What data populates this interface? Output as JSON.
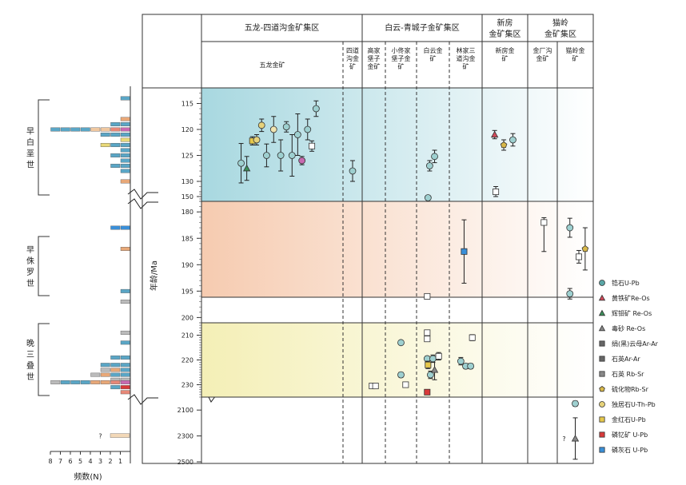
{
  "chart_data": {
    "type": "scatter",
    "ylabel": "年龄/Ma",
    "xlabel": "频数(N)",
    "histogram_ticks": [
      "8",
      "7",
      "6",
      "5",
      "4",
      "3",
      "2",
      "1"
    ],
    "periods": [
      {
        "id": "early-cretaceous",
        "label": "早白垩世"
      },
      {
        "id": "early-jurassic",
        "label": "早侏罗世"
      },
      {
        "id": "late-triassic",
        "label": "晚三叠世"
      }
    ],
    "age_ticks": [
      {
        "seg": 0,
        "vals": [
          "115",
          "120",
          "125",
          "130"
        ]
      },
      {
        "seg": 1,
        "vals": [
          "150"
        ]
      },
      {
        "seg": 2,
        "vals": [
          "180",
          "185",
          "190",
          "195",
          "200"
        ]
      },
      {
        "seg": 3,
        "vals": [
          "210",
          "220",
          "230"
        ]
      },
      {
        "seg": 4,
        "vals": [
          "2100",
          "2300",
          "2500"
        ]
      }
    ],
    "districts": [
      {
        "name": "五龙-四道沟金矿集区",
        "deposits": [
          "五龙金矿",
          "四道沟金矿"
        ]
      },
      {
        "name": "白云-青城子金矿集区",
        "deposits": [
          "高家堡子金矿",
          "小佟家堡子金矿",
          "白云金矿",
          "林家三道沟金矿"
        ]
      },
      {
        "name": "新房金矿集区",
        "deposits": [
          "新房金矿"
        ]
      },
      {
        "name": "猫岭金矿集区",
        "deposits": [
          "金厂沟金矿",
          "猫岭金矿"
        ]
      }
    ],
    "legend": [
      {
        "label": "锆石U-Pb",
        "symbol": "circle",
        "color": "#5aa6a6"
      },
      {
        "label": "黄铁矿Re-Os",
        "symbol": "triangle",
        "color": "#d24a5a"
      },
      {
        "label": "辉钼矿 Re-Os",
        "symbol": "triangle",
        "color": "#3c8f5a"
      },
      {
        "label": "毒砂 Re-Os",
        "symbol": "triangle",
        "color": "#888"
      },
      {
        "label": "绢(黑)云母Ar-Ar",
        "symbol": "rect",
        "color": "#666"
      },
      {
        "label": "石英Ar-Ar",
        "symbol": "rect",
        "color": "#666"
      },
      {
        "label": "石英 Rb-Sr",
        "symbol": "rect",
        "color": "#888"
      },
      {
        "label": "硫化物Rb-Sr",
        "symbol": "pentagon",
        "color": "#d8b84a"
      },
      {
        "label": "独居石U-Th-Pb",
        "symbol": "circle",
        "color": "#e6d27a"
      },
      {
        "label": "金红石U-Pb",
        "symbol": "rect",
        "color": "#e6c84a"
      },
      {
        "label": "磷钇矿 U-Pb",
        "symbol": "rect",
        "color": "#d83a3a"
      },
      {
        "label": "磷灰石 U-Pb",
        "symbol": "rect",
        "color": "#3a8fd8"
      }
    ],
    "histogram": [
      {
        "age": 114,
        "n": 1,
        "colors": [
          "#5aa6c6"
        ]
      },
      {
        "age": 118,
        "n": 1,
        "colors": [
          "#e8a878"
        ]
      },
      {
        "age": 119,
        "n": 2,
        "colors": [
          "#5aa6c6",
          "#5aa6c6"
        ]
      },
      {
        "age": 120,
        "n": 8,
        "colors": [
          "#c86ab0",
          "#e88878",
          "#f0c8a0",
          "#f0c8a0",
          "#5aa6c6",
          "#5aa6c6",
          "#5aa6c6",
          "#5aa6c6"
        ]
      },
      {
        "age": 121,
        "n": 3,
        "colors": [
          "#5aa6c6",
          "#5aa6c6",
          "#5aa6c6"
        ]
      },
      {
        "age": 122,
        "n": 1,
        "colors": [
          "#e8d878"
        ]
      },
      {
        "age": 123,
        "n": 3,
        "colors": [
          "#5aa6c6",
          "#5aa6c6",
          "#e8d878"
        ]
      },
      {
        "age": 124,
        "n": 1,
        "colors": [
          "#5aa6c6"
        ]
      },
      {
        "age": 125,
        "n": 2,
        "colors": [
          "#5aa6c6",
          "#5aa6c6"
        ]
      },
      {
        "age": 126,
        "n": 1,
        "colors": [
          "#5aa6c6"
        ]
      },
      {
        "age": 127,
        "n": 2,
        "colors": [
          "#5aa6c6",
          "#5aa6c6"
        ]
      },
      {
        "age": 128,
        "n": 1,
        "colors": [
          "#5aa6c6"
        ]
      },
      {
        "age": 130,
        "n": 1,
        "colors": [
          "#e8a878"
        ]
      },
      {
        "age": 183,
        "n": 2,
        "colors": [
          "#3a8fd8",
          "#3a8fd8"
        ]
      },
      {
        "age": 187,
        "n": 1,
        "colors": [
          "#e8a878"
        ]
      },
      {
        "age": 195,
        "n": 1,
        "colors": [
          "#5aa6c6"
        ]
      },
      {
        "age": 197,
        "n": 1,
        "colors": [
          "#bbb"
        ]
      },
      {
        "age": 209,
        "n": 1,
        "colors": [
          "#bbb"
        ]
      },
      {
        "age": 213,
        "n": 1,
        "colors": [
          "#5aa6c6"
        ]
      },
      {
        "age": 219,
        "n": 2,
        "colors": [
          "#5aa6c6",
          "#5aa6c6"
        ]
      },
      {
        "age": 222,
        "n": 3,
        "colors": [
          "#5aa6c6",
          "#5aa6c6",
          "#5aa6c6"
        ]
      },
      {
        "age": 224,
        "n": 3,
        "colors": [
          "#5aa6c6",
          "#e8a878",
          "#bbb"
        ]
      },
      {
        "age": 226,
        "n": 4,
        "colors": [
          "#5aa6c6",
          "#5aa6c6",
          "#e8a878",
          "#bbb"
        ]
      },
      {
        "age": 228,
        "n": 2,
        "colors": [
          "#bbb",
          "#bbb"
        ]
      },
      {
        "age": 229,
        "n": 8,
        "colors": [
          "#c86ab0",
          "#e88878",
          "#e8a878",
          "#e8a878",
          "#5aa6c6",
          "#5aa6c6",
          "#5aa6c6",
          "#bbb"
        ]
      },
      {
        "age": 231,
        "n": 2,
        "colors": [
          "#d83a3a",
          "#5aa6c6"
        ]
      },
      {
        "age": 233,
        "n": 1,
        "colors": [
          "#e88878"
        ]
      }
    ],
    "points": [
      {
        "col": 0,
        "age": 126.5,
        "err": 3.8,
        "sym": "circle",
        "color": "#9ed0d0",
        "off": -0.44
      },
      {
        "col": 0,
        "age": 127.5,
        "err": 2.3,
        "sym": "triangle",
        "color": "#3c8f5a",
        "off": -0.36
      },
      {
        "col": 0,
        "age": 122.2,
        "err": 0.8,
        "sym": "rect",
        "color": "#e6c84a",
        "off": -0.28
      },
      {
        "col": 0,
        "age": 122.0,
        "err": 1.0,
        "sym": "circle",
        "color": "#e6d27a",
        "off": -0.22
      },
      {
        "col": 0,
        "age": 119.2,
        "err": 1.2,
        "sym": "circle",
        "color": "#e6d27a",
        "off": -0.15
      },
      {
        "col": 0,
        "age": 125.0,
        "err": 2.2,
        "sym": "circle",
        "color": "#9ed0d0",
        "off": -0.08
      },
      {
        "col": 0,
        "age": 120.0,
        "err": 2.5,
        "sym": "circle",
        "color": "#f0e4b0",
        "off": 0.02
      },
      {
        "col": 0,
        "age": 125.0,
        "err": 3.0,
        "sym": "circle",
        "color": "#9ed0d0",
        "off": 0.12
      },
      {
        "col": 0,
        "age": 119.5,
        "err": 1.0,
        "sym": "circle",
        "color": "#9ed0d0",
        "off": 0.2
      },
      {
        "col": 0,
        "age": 125.0,
        "err": 4.0,
        "sym": "circle",
        "color": "#9ed0d0",
        "off": 0.28
      },
      {
        "col": 0,
        "age": 121.0,
        "err": 4.0,
        "sym": "circle",
        "color": "#9ed0d0",
        "off": 0.36
      },
      {
        "col": 0,
        "age": 126.0,
        "err": 0.8,
        "sym": "circle",
        "color": "#c86ab0",
        "off": 0.42
      },
      {
        "col": 0,
        "age": 120.0,
        "err": 2.0,
        "sym": "circle",
        "color": "#9ed0d0",
        "off": 0.5
      },
      {
        "col": 0,
        "age": 123.2,
        "err": 1.0,
        "sym": "rect",
        "color": "#ffffff",
        "off": 0.56
      },
      {
        "col": 0,
        "age": 116.0,
        "err": 1.5,
        "sym": "circle",
        "color": "#9ed0d0",
        "off": 0.62
      },
      {
        "col": 1,
        "age": 128.0,
        "err": 2.0,
        "sym": "circle",
        "color": "#9ed0d0",
        "off": 0.0
      },
      {
        "col": 4,
        "age": 127.0,
        "err": 1.0,
        "sym": "circle",
        "color": "#9ed0d0",
        "off": -0.2
      },
      {
        "col": 4,
        "age": 125.2,
        "err": 1.2,
        "sym": "circle",
        "color": "#9ed0d0",
        "off": 0.1
      },
      {
        "col": 6,
        "age": 121.0,
        "err": 0.8,
        "sym": "triangle",
        "color": "#d24a5a",
        "off": -0.45
      },
      {
        "col": 6,
        "age": 123.0,
        "err": 1.0,
        "sym": "pentagon",
        "color": "#d8b84a",
        "off": -0.05
      },
      {
        "col": 6,
        "age": 122.0,
        "err": 1.2,
        "sym": "circle",
        "color": "#9ed0d0",
        "off": 0.35
      },
      {
        "col": 6,
        "age": 132.0,
        "err": 1.0,
        "sym": "rect",
        "color": "#ffffff",
        "off": -0.4
      },
      {
        "col": 4,
        "age": 150.5,
        "err": 0.5,
        "sym": "circle",
        "color": "#9ed0d0",
        "off": -0.3
      },
      {
        "col": 8,
        "age": 183.0,
        "err": 1.8,
        "sym": "circle",
        "color": "#9ed0d0",
        "off": -0.3
      },
      {
        "col": 8,
        "age": 188.5,
        "err": 1.2,
        "sym": "rect",
        "color": "#ffffff",
        "off": 0.2
      },
      {
        "col": 8,
        "age": 187.0,
        "err": 4.0,
        "sym": "pentagon",
        "color": "#d8b84a",
        "off": 0.55
      },
      {
        "col": 8,
        "age": 195.5,
        "err": 1.0,
        "sym": "circle",
        "color": "#9ed0d0",
        "off": -0.3
      },
      {
        "col": 5,
        "age": 187.5,
        "err": 6.0,
        "sym": "rect",
        "color": "#3a8fd8",
        "off": -0.1
      },
      {
        "col": 7,
        "age": 182.0,
        "err": 5.5,
        "sym": "rect",
        "color": "#ffffff",
        "off": 0.1
      },
      {
        "col": 4,
        "age": 196.0,
        "err": 0.5,
        "sym": "rect",
        "color": "#ffffff",
        "off": -0.35
      },
      {
        "col": 3,
        "age": 213.0,
        "err": 0.8,
        "sym": "circle",
        "color": "#9ed0d0",
        "off": 0.0
      },
      {
        "col": 3,
        "age": 226.0,
        "err": 1.0,
        "sym": "circle",
        "color": "#9ed0d0",
        "off": 0.0
      },
      {
        "col": 2,
        "age": 230.5,
        "err": 1.0,
        "sym": "rect",
        "color": "#ffffff",
        "off": -0.15
      },
      {
        "col": 2,
        "age": 230.5,
        "err": 1.0,
        "sym": "rect",
        "color": "#ffffff",
        "off": 0.15
      },
      {
        "col": 3,
        "age": 230.0,
        "err": 1.0,
        "sym": "rect",
        "color": "#ffffff",
        "off": 0.3
      },
      {
        "col": 4,
        "age": 209.0,
        "err": 0.5,
        "sym": "rect",
        "color": "#ffffff",
        "off": -0.35
      },
      {
        "col": 4,
        "age": 211.5,
        "err": 0.5,
        "sym": "rect",
        "color": "#ffffff",
        "off": -0.35
      },
      {
        "col": 4,
        "age": 219.5,
        "err": 1.0,
        "sym": "circle",
        "color": "#9ed0d0",
        "off": -0.35
      },
      {
        "col": 4,
        "age": 222.0,
        "err": 1.5,
        "sym": "rect",
        "color": "#e6c84a",
        "off": -0.3
      },
      {
        "col": 4,
        "age": 226.0,
        "err": 1.5,
        "sym": "circle",
        "color": "#9ed0d0",
        "off": -0.15
      },
      {
        "col": 4,
        "age": 224.0,
        "err": 4.0,
        "sym": "triangle",
        "color": "#888",
        "off": 0.1
      },
      {
        "col": 4,
        "age": 219.5,
        "err": 1.5,
        "sym": "circle",
        "color": "#9ed0d0",
        "off": 0.0
      },
      {
        "col": 4,
        "age": 218.5,
        "err": 1.5,
        "sym": "rect",
        "color": "#ffffff",
        "off": 0.35
      },
      {
        "col": 4,
        "age": 233.0,
        "err": 0.5,
        "sym": "rect",
        "color": "#d83a3a",
        "off": -0.35
      },
      {
        "col": 5,
        "age": 220.5,
        "err": 1.5,
        "sym": "circle",
        "color": "#9ed0d0",
        "off": -0.3
      },
      {
        "col": 5,
        "age": 222.5,
        "err": 1.0,
        "sym": "circle",
        "color": "#9ed0d0",
        "off": 0.0
      },
      {
        "col": 5,
        "age": 222.5,
        "err": 1.0,
        "sym": "circle",
        "color": "#9ed0d0",
        "off": 0.3
      },
      {
        "col": 5,
        "age": 211.0,
        "err": 1.2,
        "sym": "rect",
        "color": "#ffffff",
        "off": 0.4
      },
      {
        "col": 8,
        "age": 2050,
        "err": 20,
        "sym": "circle",
        "color": "#9ed0d0",
        "off": 0.0
      },
      {
        "col": 8,
        "age": 2320,
        "err": 160,
        "sym": "triangle",
        "color": "#888",
        "off": 0.0
      }
    ],
    "question_marks": [
      {
        "where": "hist",
        "age": 2300,
        "text": "?"
      },
      {
        "where": "plot",
        "col": 8,
        "age": 2320,
        "text": "?"
      }
    ]
  }
}
